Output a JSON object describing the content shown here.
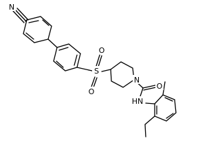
{
  "molecule": {
    "atom_labels": {
      "nitrile_n": "N",
      "sulfonyl_o_top": "O",
      "sulfur": "S",
      "sulfonyl_o_bottom": "O",
      "piperidine_n": "N",
      "carbonyl_o": "O",
      "amide_nh": "HN"
    },
    "colors": {
      "bond": "#000000",
      "label": "#000000",
      "background": "#ffffff"
    }
  }
}
